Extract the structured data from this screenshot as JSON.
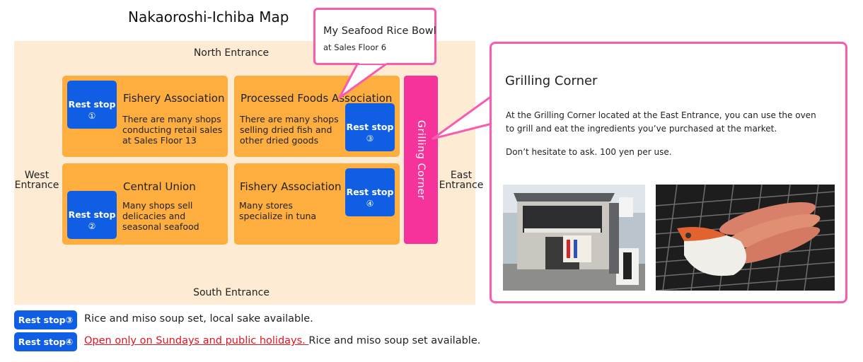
{
  "map": {
    "title": "Nakaoroshi-Ichiba Map",
    "entrances": {
      "north": "North Entrance",
      "south": "South Entrance",
      "west_line1": "West",
      "west_line2": "Entrance",
      "east_line1": "East",
      "east_line2": "Entrance"
    },
    "zones": [
      {
        "title": "Fishery Association",
        "desc": [
          "There are many shops",
          "conducting retail sales",
          "at Sales Floor 13"
        ]
      },
      {
        "title": "Processed Foods Association",
        "desc": [
          "There are many shops",
          "selling dried fish and",
          "other dried goods"
        ]
      },
      {
        "title": "Central Union",
        "desc": [
          "Many shops sell",
          "delicacies and",
          "seasonal seafood"
        ]
      },
      {
        "title": "Fishery Association",
        "desc": [
          "Many stores",
          "specialize in tuna"
        ]
      }
    ],
    "rest_stops": [
      {
        "label": "Rest stop",
        "num": "①"
      },
      {
        "label": "Rest stop",
        "num": "②"
      },
      {
        "label": "Rest stop",
        "num": "③"
      },
      {
        "label": "Rest stop",
        "num": "④"
      }
    ],
    "grill_bar_label": "Grilling Corner"
  },
  "callout": {
    "title": "My Seafood Rice Bowl",
    "subtitle": "at Sales Floor 6"
  },
  "grill_panel": {
    "heading": "Grilling Corner",
    "desc_line1": "At the Grilling Corner located at the East Entrance, you can use the oven",
    "desc_line2": "to grill and eat the ingredients you’ve purchased at the market.",
    "note": "Don’t hesitate to ask. 100 yen per use."
  },
  "legend": [
    {
      "badge": "Rest stop③",
      "text": "Rice and miso soup set, local sake available."
    },
    {
      "badge": "Rest stop④",
      "highlight": "Open only on Sundays and public holidays. ",
      "text": "Rice and miso soup set available."
    }
  ],
  "colors": {
    "map_bg": "#fdebd3",
    "zone": "#fdae3e",
    "rest_stop": "#0f5ee3",
    "grilling_corner": "#f5339a",
    "callout_border": "#f85bb0",
    "highlight_text": "#e0141e"
  }
}
